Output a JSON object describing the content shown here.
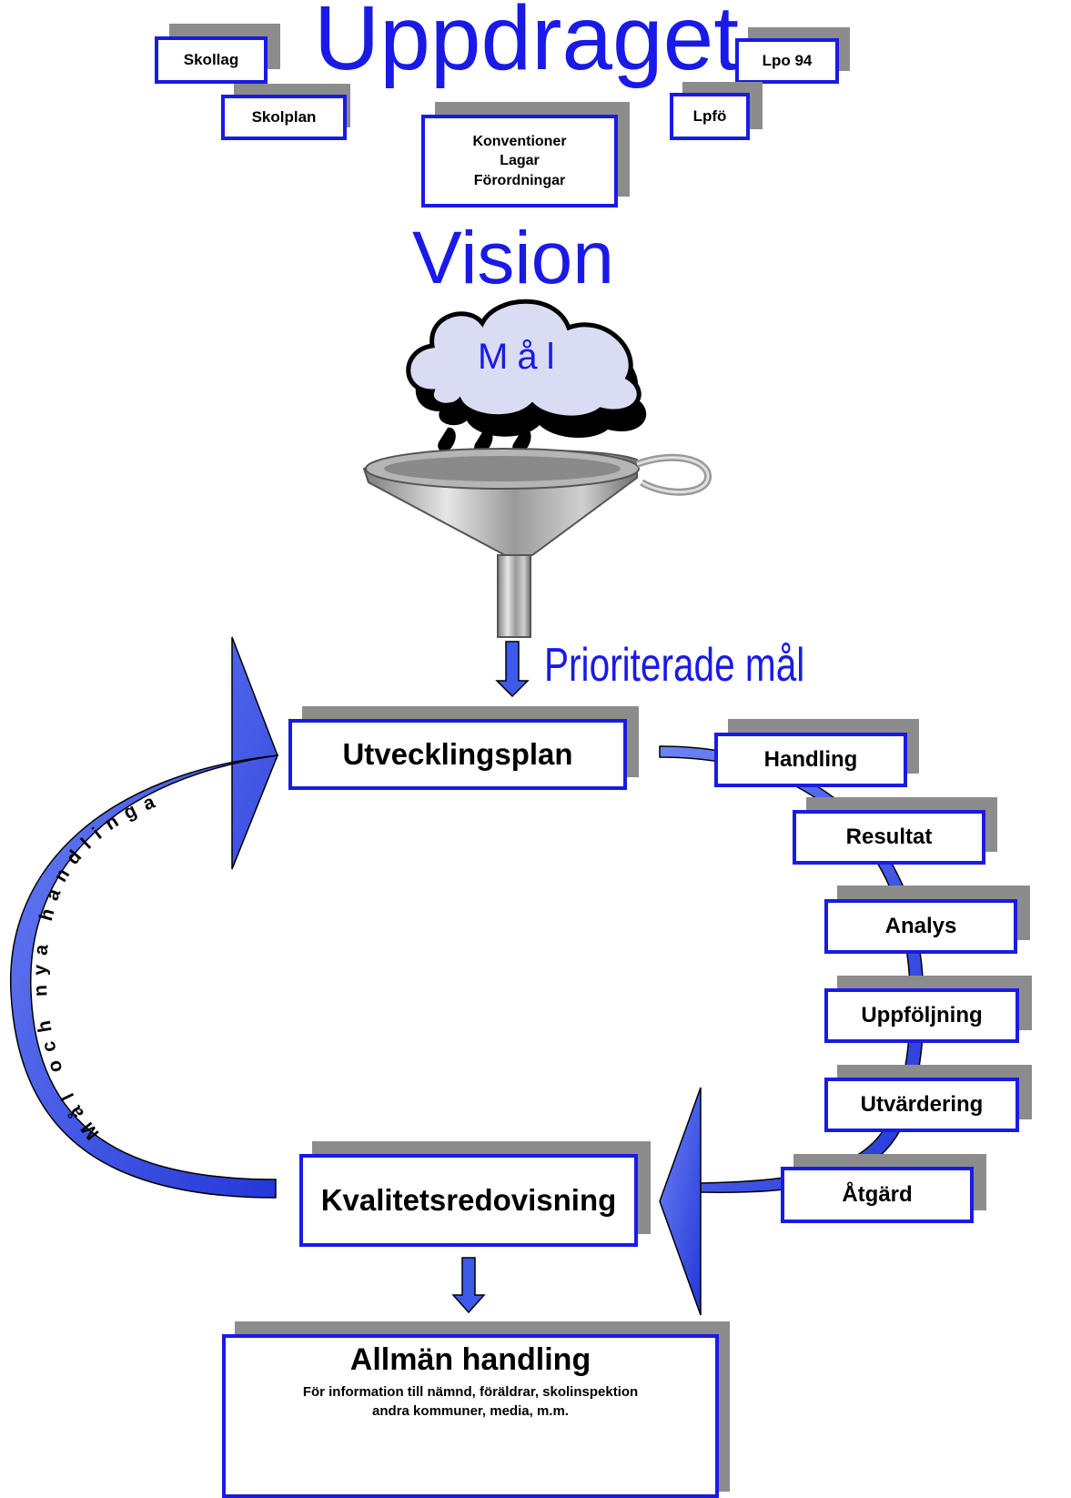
{
  "titles": {
    "uppdraget": "Uppdraget",
    "vision": "Vision",
    "mal": "Mål",
    "prioriterade": "Prioriterade mål"
  },
  "top_boxes": {
    "skollag": "Skollag",
    "skolplan": "Skolplan",
    "lpo94": "Lpo 94",
    "lpfo": "Lpfö",
    "konventioner": [
      "Konventioner",
      "Lagar",
      "Förordningar"
    ]
  },
  "cycle": {
    "utvecklingsplan": "Utvecklingsplan",
    "steps": [
      "Handling",
      "Resultat",
      "Analys",
      "Uppföljning",
      "Utvärdering",
      "Åtgärd"
    ],
    "kvalitetsredovisning": "Kvalitetsredovisning",
    "loop_label": "Mål och nya handlingar"
  },
  "footer": {
    "title": "Allmän handling",
    "line1": "För information till nämnd, föräldrar, skolinspektion",
    "line2": "andra kommuner, media, m.m."
  },
  "colors": {
    "accent": "#1a1ae6",
    "arrow": "#3d5ae8",
    "shadow": "#8c8c8c"
  },
  "icons": [
    "rain-cloud-icon",
    "funnel-icon"
  ]
}
